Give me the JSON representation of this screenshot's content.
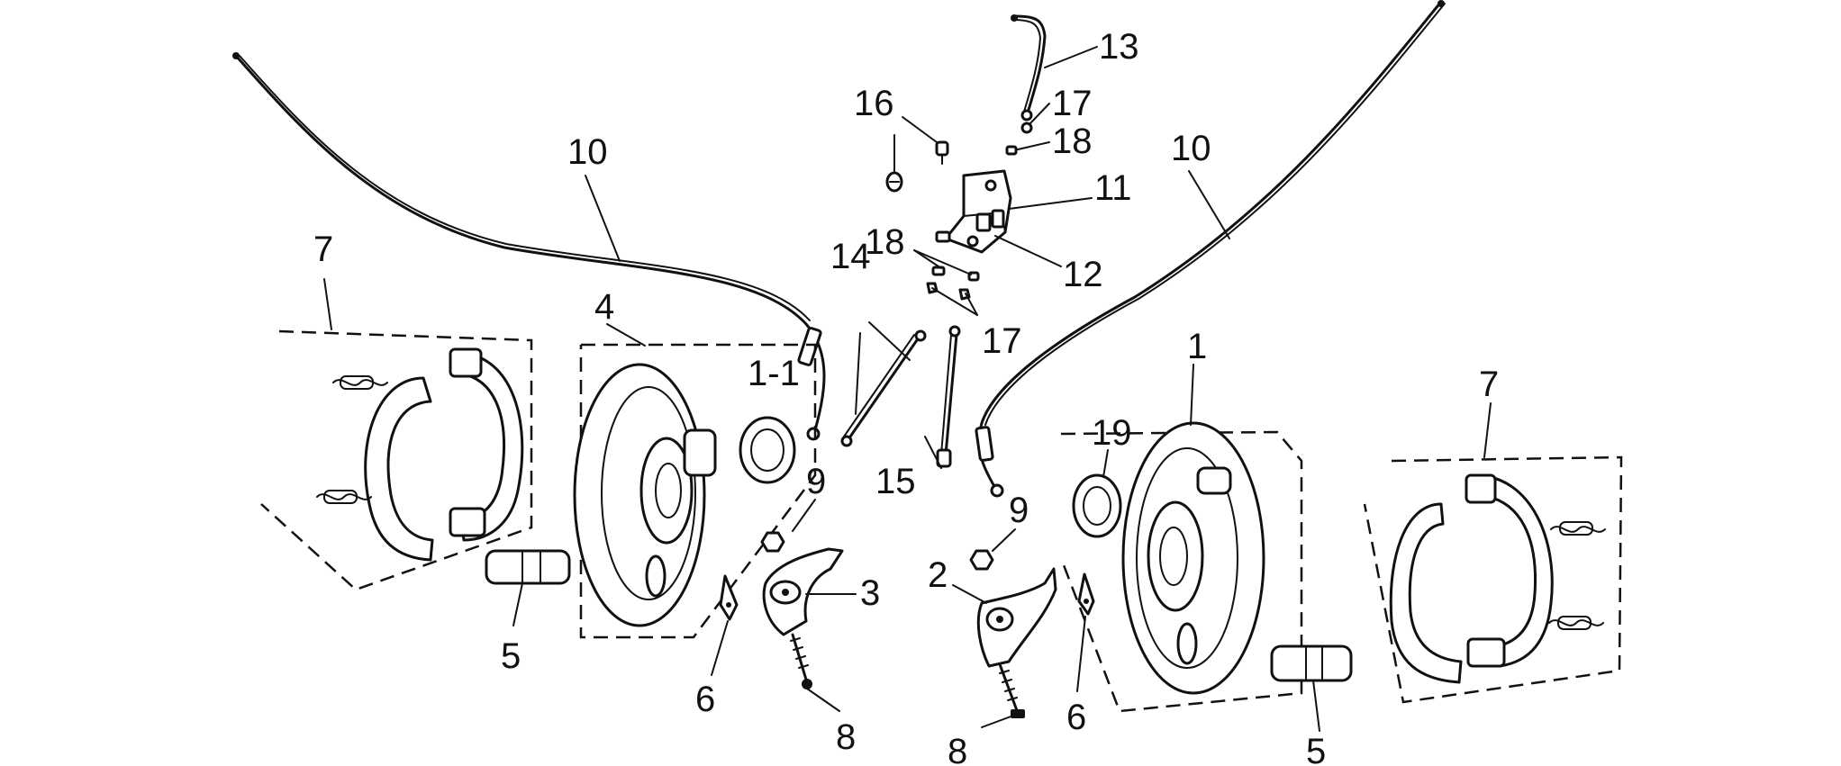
{
  "labels": {
    "l13": "13",
    "l16": "16",
    "l17a": "17",
    "l18a": "18",
    "l10a": "10",
    "l10b": "10",
    "l11": "11",
    "l18b": "18",
    "l12": "12",
    "l7a": "7",
    "l14": "14",
    "l17b": "17",
    "l4": "4",
    "l1_1": "1-1",
    "l1": "1",
    "l7b": "7",
    "l19": "19",
    "l9a": "9",
    "l9b": "9",
    "l15": "15",
    "l3": "3",
    "l2": "2",
    "l5a": "5",
    "l6a": "6",
    "l6b": "6",
    "l8a": "8",
    "l8b": "8",
    "l5b": "5"
  },
  "colors": {
    "line": "#111111",
    "background": "#ffffff"
  }
}
